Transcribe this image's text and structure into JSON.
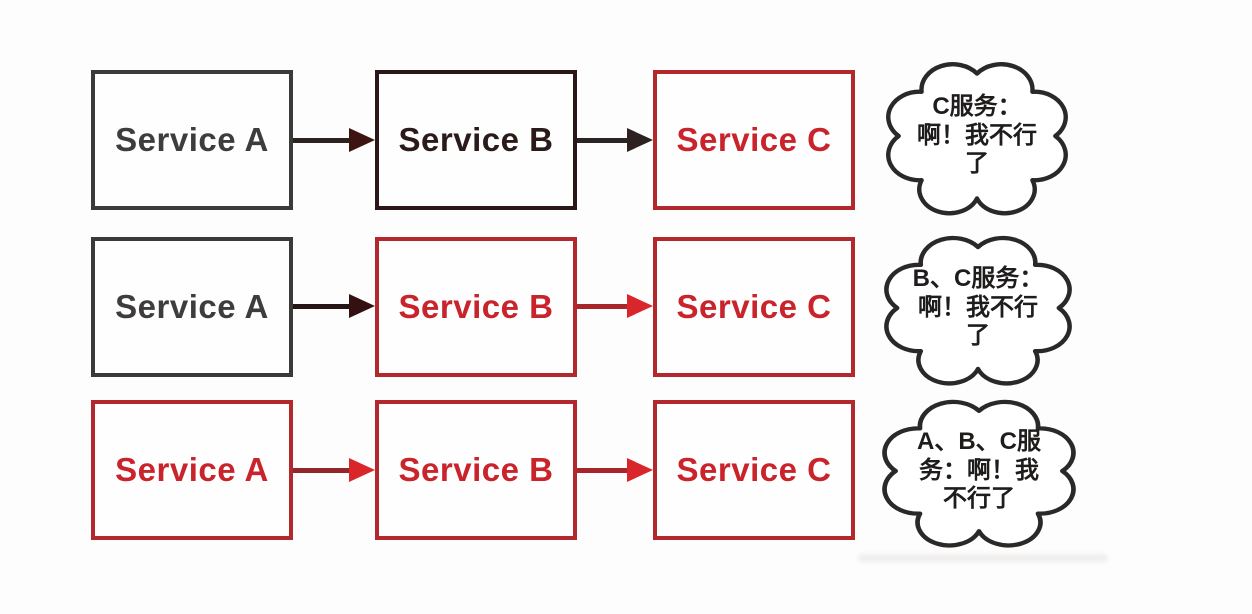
{
  "palette": {
    "background": "#fdfdfd",
    "cloud_outline": "#2b2828",
    "cloud_fill": "#ffffff",
    "cloud_text_color": "#1f1c1c",
    "smudge": "#edeae9"
  },
  "rows": [
    {
      "boxes": [
        {
          "label": "Service A",
          "border": "#3a3a3a",
          "text": "#3e3c3c"
        },
        {
          "label": "Service B",
          "border": "#2b1717",
          "text": "#2a1b1a"
        },
        {
          "label": "Service C",
          "border": "#b2282d",
          "text": "#c9232b"
        }
      ],
      "arrows": [
        {
          "shaft": "#2c2220",
          "head": "#3c1411"
        },
        {
          "shaft": "#2c2424",
          "head": "#2d2220"
        }
      ],
      "cloud": {
        "text": "C服务：\n啊！我不行\n了"
      }
    },
    {
      "boxes": [
        {
          "label": "Service A",
          "border": "#3a3a3a",
          "text": "#3e3c3c"
        },
        {
          "label": "Service B",
          "border": "#b2282d",
          "text": "#c9232b"
        },
        {
          "label": "Service C",
          "border": "#b2282d",
          "text": "#c9232b"
        }
      ],
      "arrows": [
        {
          "shaft": "#241617",
          "head": "#331112"
        },
        {
          "shaft": "#a6262b",
          "head": "#d9262b"
        }
      ],
      "cloud": {
        "text": "B、C服务：\n啊！我不行\n了"
      }
    },
    {
      "boxes": [
        {
          "label": "Service A",
          "border": "#b2282d",
          "text": "#c9232b"
        },
        {
          "label": "Service B",
          "border": "#b2282d",
          "text": "#c9232b"
        },
        {
          "label": "Service C",
          "border": "#b2282d",
          "text": "#c9232b"
        }
      ],
      "arrows": [
        {
          "shaft": "#93262a",
          "head": "#d9262b"
        },
        {
          "shaft": "#a6262b",
          "head": "#d9262b"
        }
      ],
      "cloud": {
        "text": "A、B、C服\n务：啊！我\n不行了"
      }
    }
  ]
}
